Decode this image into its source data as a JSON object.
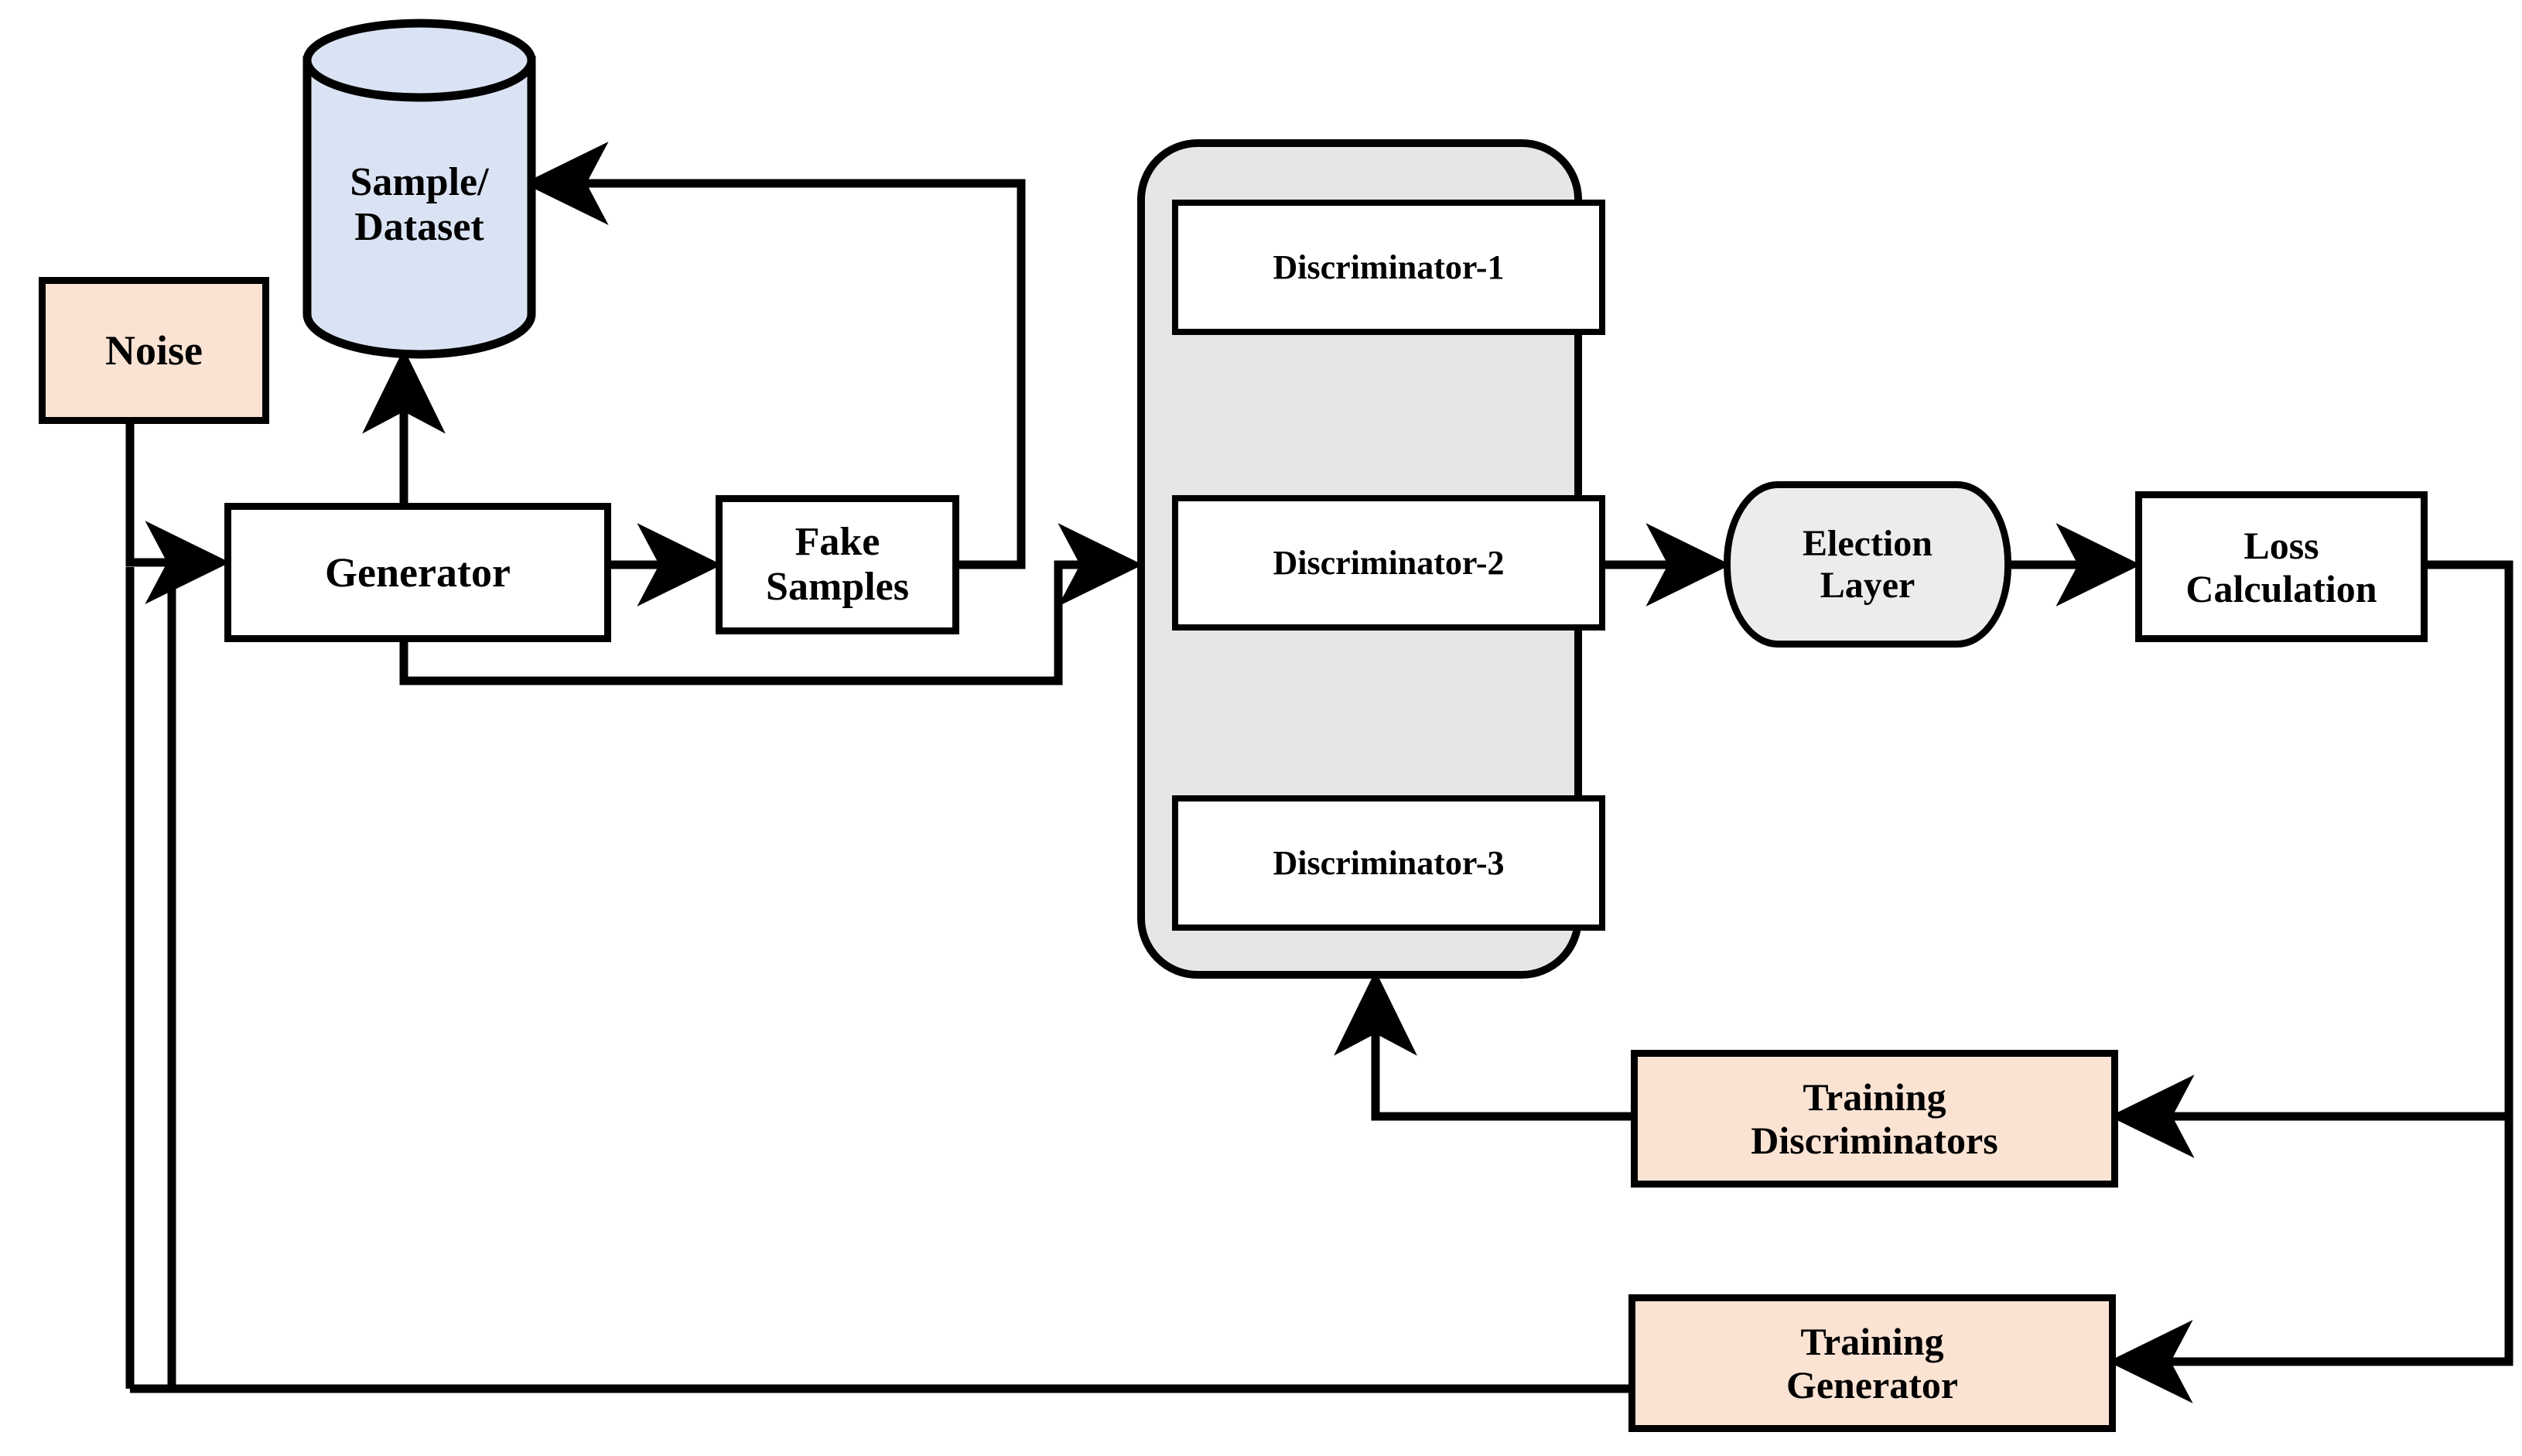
{
  "diagram": {
    "title": "Multi-discriminator GAN training architecture",
    "colors": {
      "peach_fill": "#fbe3d4",
      "cylinder_fill": "#dae3f3",
      "container_fill": "#e6e6e6",
      "election_fill": "#ececec",
      "stroke": "#000000",
      "canvas": "#ffffff"
    },
    "nodes": {
      "noise": {
        "label": "Noise",
        "shape": "rect",
        "fill": "peach"
      },
      "sample_dataset": {
        "label": "Sample/\nDataset",
        "line1": "Sample/",
        "line2": "Dataset",
        "shape": "cylinder",
        "fill": "light-blue"
      },
      "generator": {
        "label": "Generator",
        "shape": "rect",
        "fill": "white"
      },
      "fake_samples": {
        "label": "Fake Samples",
        "line1": "Fake",
        "line2": "Samples",
        "shape": "rect",
        "fill": "white"
      },
      "discriminator_group": {
        "label": "",
        "shape": "rounded-rect",
        "fill": "grey"
      },
      "discriminator_1": {
        "label": "Discriminator-1",
        "shape": "rect",
        "fill": "white"
      },
      "discriminator_2": {
        "label": "Discriminator-2",
        "shape": "rect",
        "fill": "white"
      },
      "discriminator_3": {
        "label": "Discriminator-3",
        "shape": "rect",
        "fill": "white"
      },
      "election_layer": {
        "label": "Election Layer",
        "line1": "Election",
        "line2": "Layer",
        "shape": "stadium",
        "fill": "grey"
      },
      "loss_calculation": {
        "label": "Loss Calculation",
        "line1": "Loss",
        "line2": "Calculation",
        "shape": "rect",
        "fill": "white"
      },
      "training_discriminators": {
        "label": "Training Discriminators",
        "line1": "Training",
        "line2": "Discriminators",
        "shape": "rect",
        "fill": "peach"
      },
      "training_generator": {
        "label": "Training Generator",
        "line1": "Training",
        "line2": "Generator",
        "shape": "rect",
        "fill": "peach"
      }
    },
    "edges": [
      {
        "from": "noise",
        "to": "generator",
        "arrow": true
      },
      {
        "from": "generator",
        "to": "sample_dataset",
        "arrow": true
      },
      {
        "from": "generator",
        "to": "fake_samples",
        "arrow": true
      },
      {
        "from": "fake_samples",
        "to": "sample_dataset",
        "arrow": true
      },
      {
        "from": "generator",
        "to": "discriminator_group",
        "arrow": true
      },
      {
        "from": "discriminator_group",
        "to": "election_layer",
        "arrow": true
      },
      {
        "from": "election_layer",
        "to": "loss_calculation",
        "arrow": true
      },
      {
        "from": "loss_calculation",
        "to": "training_discriminators",
        "arrow": true
      },
      {
        "from": "loss_calculation",
        "to": "training_generator",
        "arrow": true
      },
      {
        "from": "training_discriminators",
        "to": "discriminator_group",
        "arrow": true
      },
      {
        "from": "training_generator",
        "to": "generator",
        "arrow": true
      }
    ]
  }
}
